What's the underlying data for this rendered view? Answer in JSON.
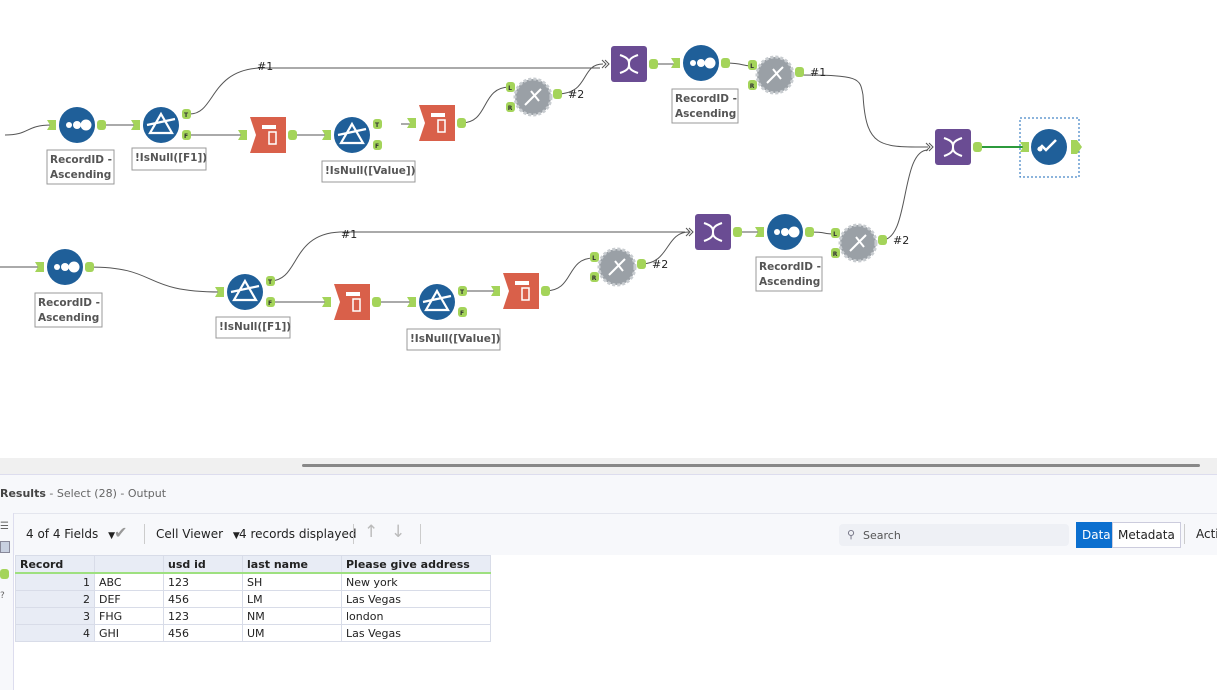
{
  "canvas": {
    "top_row": {
      "sort1_label": "RecordID - Ascending",
      "filter1_label": "!IsNull([F1])",
      "filter2_label": "!IsNull([Value])",
      "join1_out": "#2",
      "edge_label": "#1",
      "sort2_label": "RecordID - Ascending",
      "join2_out": "#1"
    },
    "bottom_row": {
      "sort1_label": "RecordID - Ascending",
      "filter1_label": "!IsNull([F1])",
      "filter2_label": "!IsNull([Value])",
      "join1_out": "#2",
      "edge_label": "#1",
      "sort2_label": "RecordID - Ascending",
      "join2_out": "#2"
    },
    "anchor_labels": {
      "true": "T",
      "false": "F",
      "left": "L",
      "right": "R"
    }
  },
  "results": {
    "title": "Results",
    "subtitle": " - Select (28) - Output",
    "fields_selector": "4 of 4 Fields",
    "viewer": "Cell Viewer",
    "records_displayed": "4 records displayed",
    "search_placeholder": "Search",
    "tabs": [
      "Data",
      "Metadata"
    ],
    "actions_label": "Acti",
    "columns": [
      "Record",
      "",
      "usd id",
      "last name",
      "Please give address"
    ],
    "rows": [
      [
        "1",
        "ABC",
        "123",
        "SH",
        "New york"
      ],
      [
        "2",
        "DEF",
        "456",
        "LM",
        "Las Vegas"
      ],
      [
        "3",
        "FHG",
        "123",
        "NM",
        "london"
      ],
      [
        "4",
        "GHI",
        "456",
        "UM",
        "Las Vegas"
      ]
    ]
  },
  "colors": {
    "filter": "#1f5f99",
    "crosstab": "#d9604a",
    "union": "#6a4c93",
    "join": "#9aa0a6",
    "anchor": "#a4d45a",
    "accent": "#0b6fcf"
  }
}
